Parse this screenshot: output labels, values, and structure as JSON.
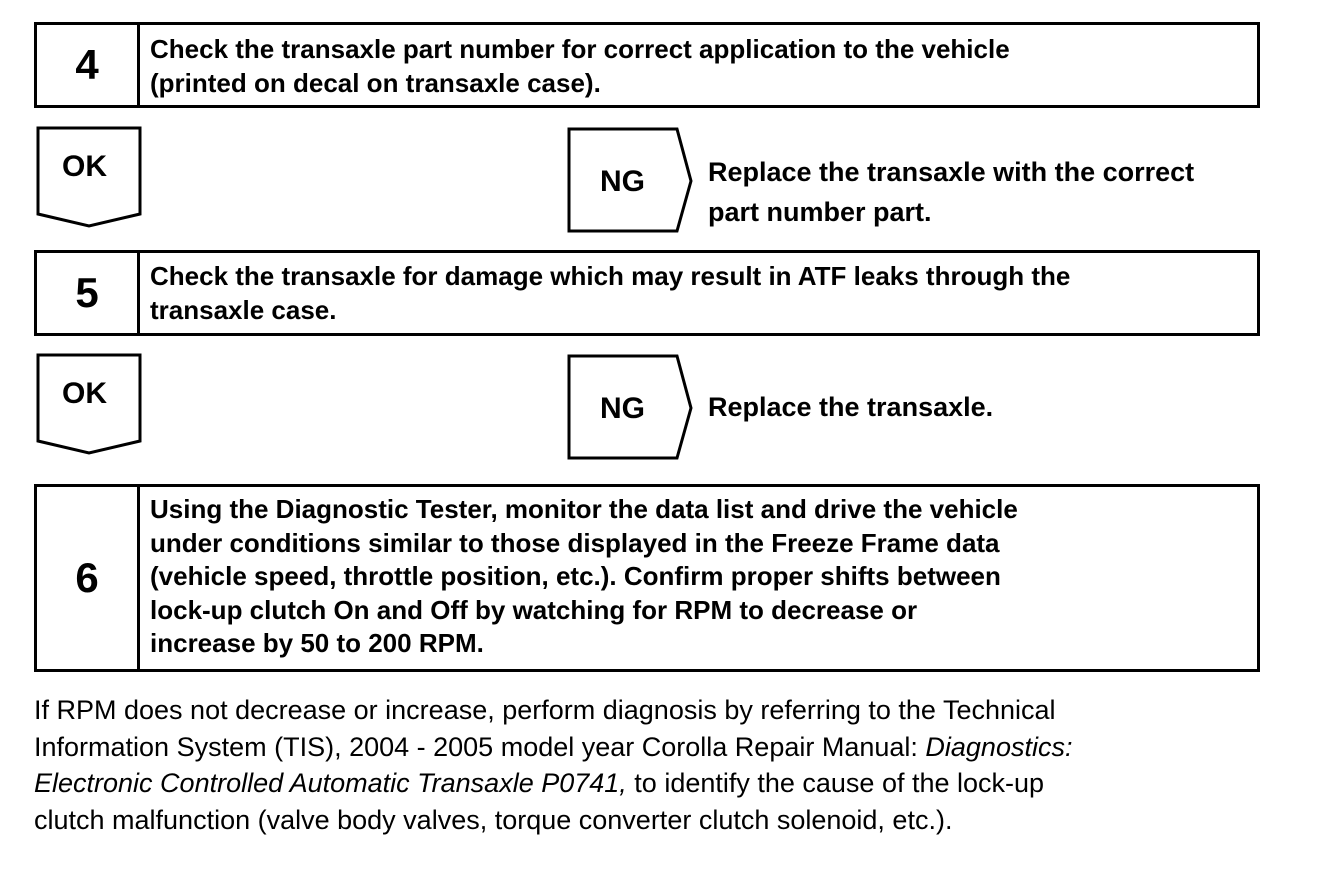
{
  "steps": [
    {
      "number": "4",
      "lines": [
        "Check the transaxle part number for correct application to the vehicle",
        "(printed on decal on transaxle case)."
      ]
    },
    {
      "number": "5",
      "lines": [
        "Check the transaxle for damage which may result in ATF leaks through the",
        "transaxle case."
      ]
    },
    {
      "number": "6",
      "lines": [
        "Using the Diagnostic Tester, monitor the data list and drive the vehicle",
        "under conditions similar to those displayed in the Freeze Frame data",
        "(vehicle speed, throttle position, etc.).  Confirm proper shifts between",
        "lock-up clutch On and Off by watching for RPM to decrease or",
        "increase by 50 to 200 RPM."
      ]
    }
  ],
  "branches": [
    {
      "ok_label": "OK",
      "ng_label": "NG",
      "ng_lines": [
        "Replace the transaxle with the correct",
        "part number part."
      ]
    },
    {
      "ok_label": "OK",
      "ng_label": "NG",
      "ng_lines": [
        "Replace the transaxle."
      ]
    }
  ],
  "note": {
    "text_1": "If RPM does not decrease or increase, perform diagnosis by referring to the Technical",
    "text_2": "Information System (TIS), 2004 - 2005 model year Corolla Repair Manual: ",
    "italic_1": "Diagnostics:",
    "italic_2": "Electronic Controlled Automatic Transaxle P0741,",
    "text_3": " to identify the cause of the lock-up",
    "text_4": "clutch malfunction (valve body valves, torque converter clutch solenoid, etc.)."
  }
}
